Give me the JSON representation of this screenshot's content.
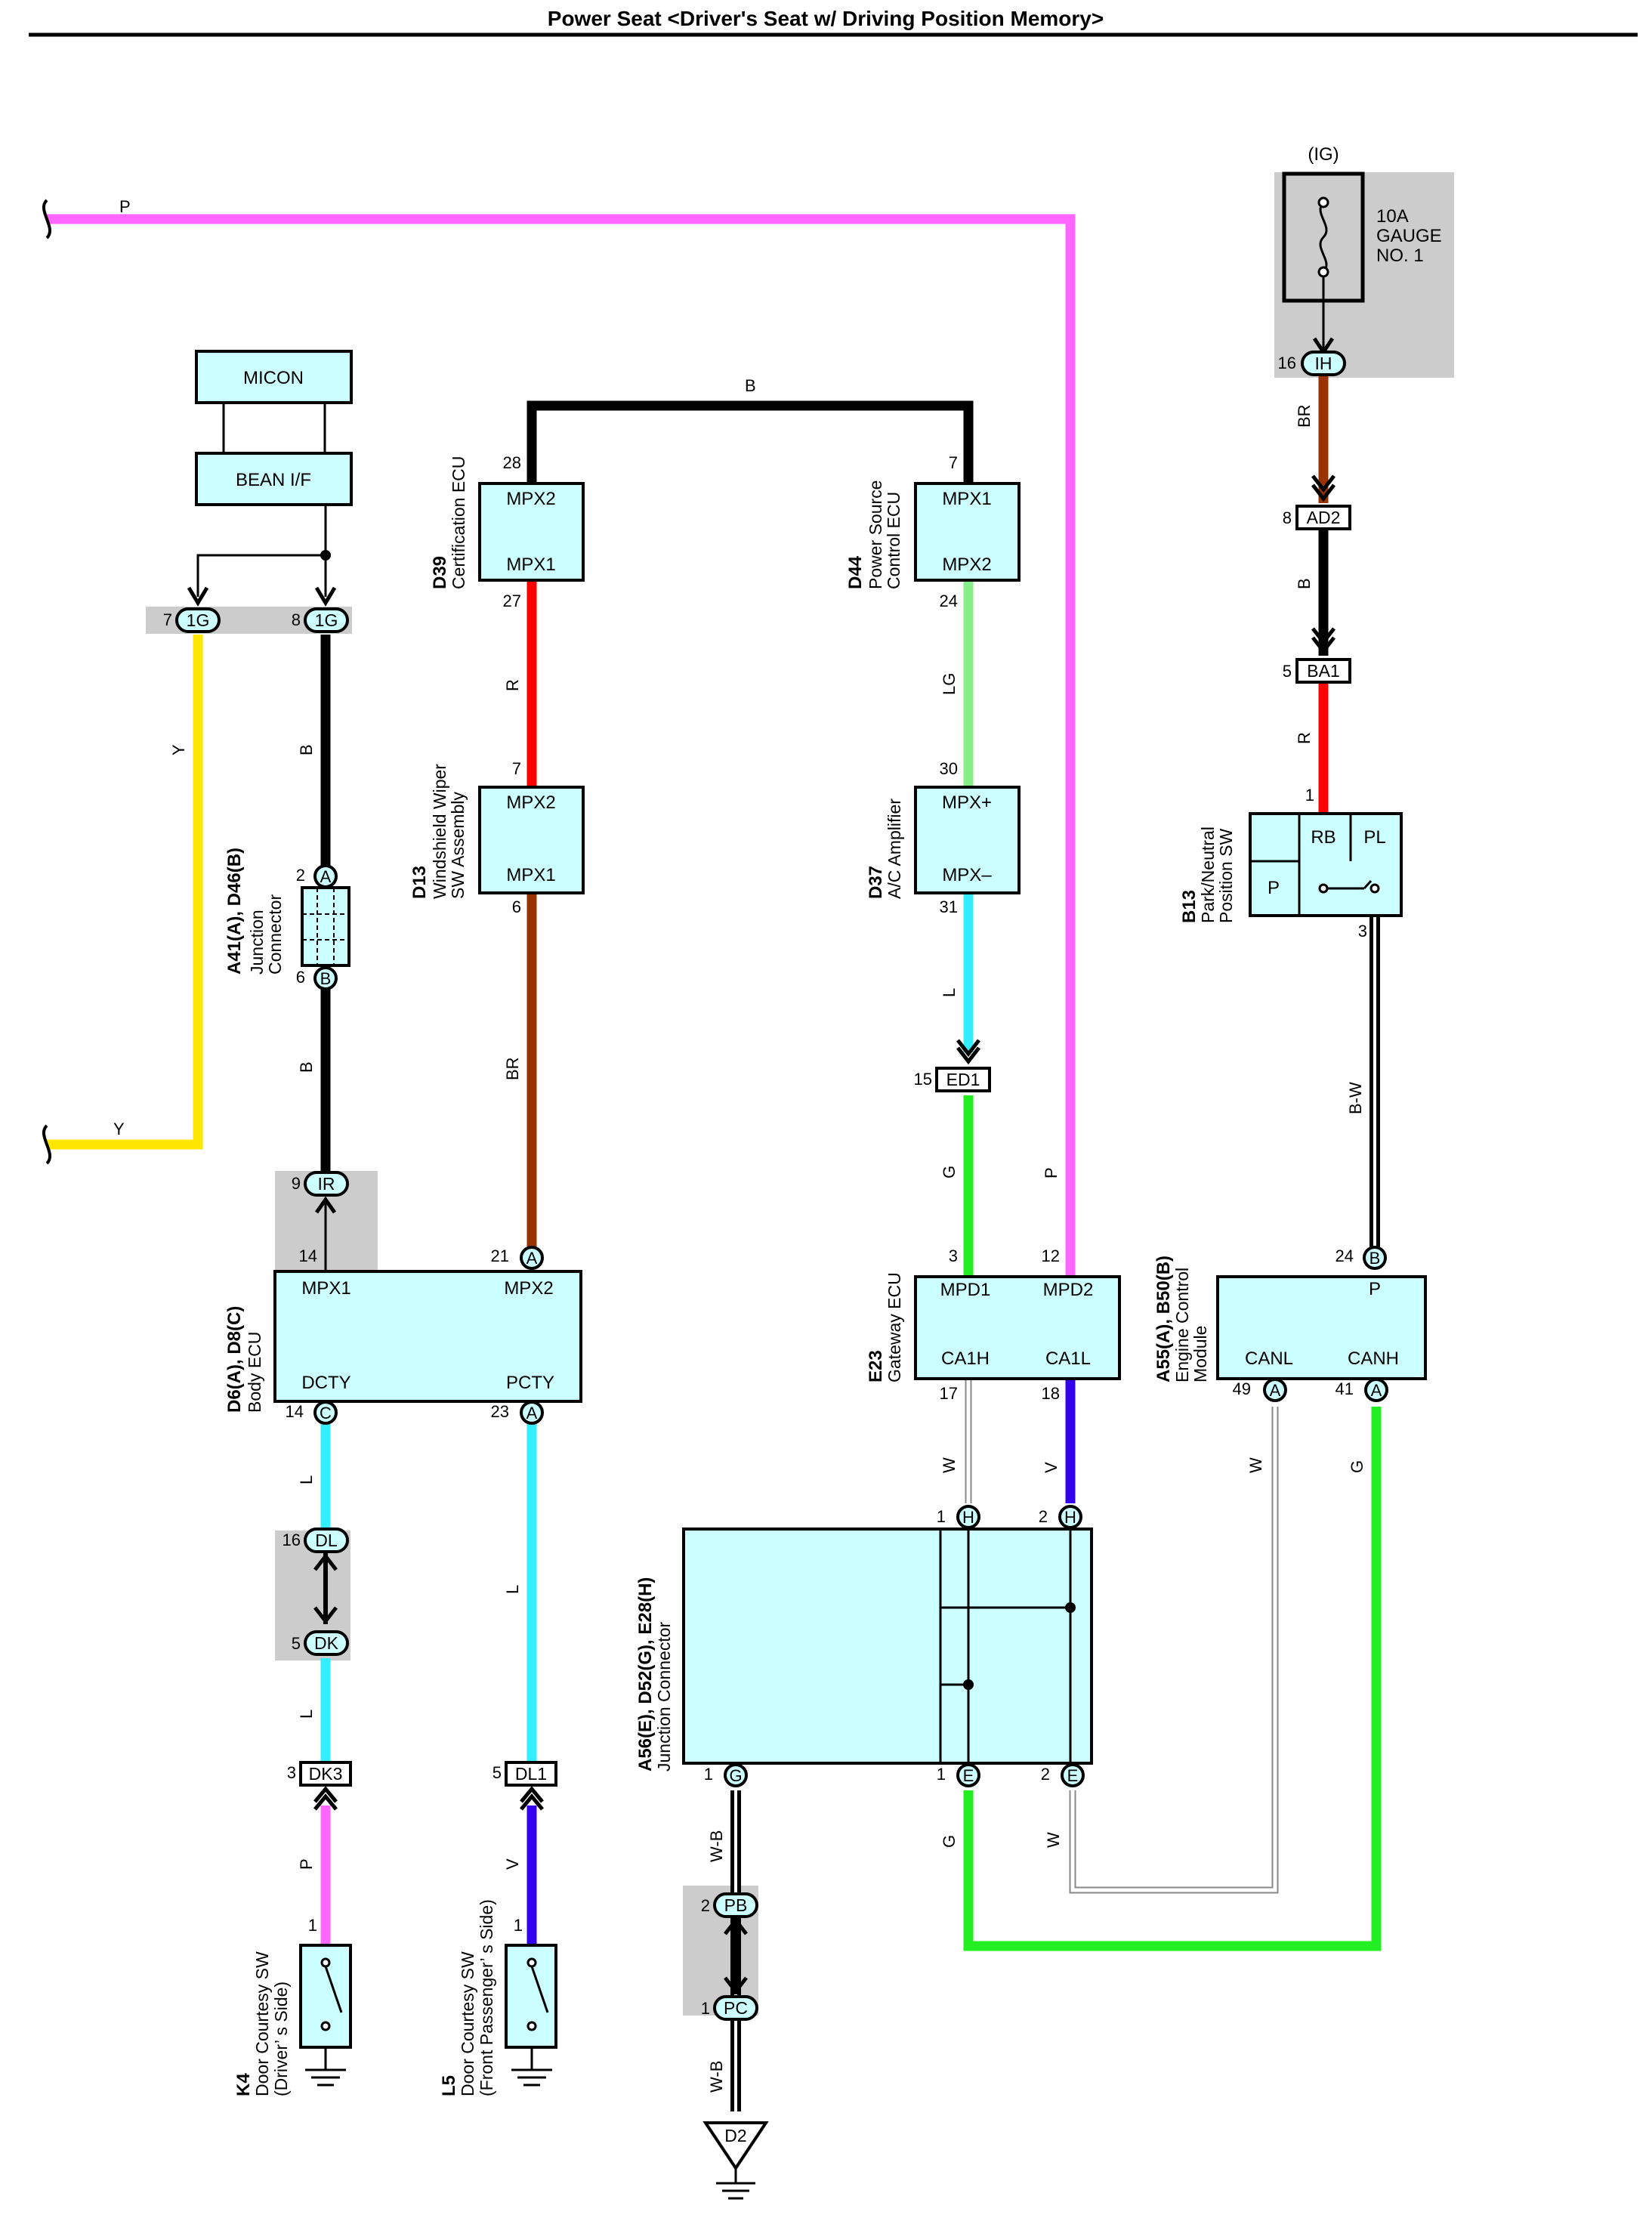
{
  "title": "Power Seat <Driver's Seat w/ Driving Position Memory>",
  "colors": {
    "P": "#ff66ff",
    "Y": "#ffe600",
    "B": "#000000",
    "R": "#ff0000",
    "BR": "#993300",
    "LG": "#88ee88",
    "L": "#33eeff",
    "G": "#22ee22",
    "V": "#3300ee",
    "W": "#ffffff",
    "box_fill": "#ccffff",
    "shade": "#cccccc"
  },
  "wire_labels": {
    "p_top": "P",
    "y_bottom": "Y",
    "y_vert": "Y",
    "b_1g": "B",
    "b_ir": "B",
    "b_top": "B",
    "r_d39": "R",
    "br_d13": "BR",
    "lg_d44": "LG",
    "l_d37": "L",
    "g_ed1": "G",
    "p_gw": "P",
    "br_ig": "BR",
    "b_ad2": "B",
    "r_ba1": "R",
    "bw_b13": "B-W",
    "l_dctyA": "L",
    "l_dctyB": "L",
    "l_pcty": "L",
    "p_k4": "P",
    "v_l5": "V",
    "w_ca1h": "W",
    "v_ca1l": "V",
    "w_canl": "W",
    "g_canh": "G",
    "wb_g1": "W-B",
    "wb_g2": "W-B",
    "g_e1": "G",
    "w_e2": "W"
  },
  "fuse": {
    "source": "(IG)",
    "rating": "10A",
    "name_line1": "GAUGE",
    "name_line2": "NO. 1"
  },
  "micon": "MICON",
  "bean": "BEAN I/F",
  "connectors": {
    "1G_7": {
      "pin": "7",
      "code": "1G"
    },
    "1G_8": {
      "pin": "8",
      "code": "1G"
    },
    "IR": {
      "pin": "9",
      "code": "IR"
    },
    "IH": {
      "pin": "16",
      "code": "IH"
    },
    "AD2": {
      "pin": "8",
      "code": "AD2"
    },
    "BA1": {
      "pin": "5",
      "code": "BA1"
    },
    "ED1": {
      "pin": "15",
      "code": "ED1"
    },
    "DL": {
      "pin": "16",
      "code": "DL"
    },
    "DK": {
      "pin": "5",
      "code": "DK"
    },
    "DK3": {
      "pin": "3",
      "code": "DK3"
    },
    "DL1": {
      "pin": "5",
      "code": "DL1"
    },
    "PB": {
      "pin": "2",
      "code": "PB"
    },
    "PC": {
      "pin": "1",
      "code": "PC"
    },
    "D2": {
      "code": "D2"
    }
  },
  "components": {
    "D39": {
      "code": "D39",
      "name1": "Certification ECU",
      "name2": "",
      "top_pin": "28",
      "bottom_pin": "27",
      "top": "MPX2",
      "bottom": "MPX1"
    },
    "D44": {
      "code": "D44",
      "name1": "Power Source",
      "name2": "Control ECU",
      "top_pin": "7",
      "bottom_pin": "24",
      "top": "MPX1",
      "bottom": "MPX2"
    },
    "D13": {
      "code": "D13",
      "name1": "Windshield Wiper",
      "name2": "SW Assembly",
      "top_pin": "7",
      "bottom_pin": "6",
      "top": "MPX2",
      "bottom": "MPX1"
    },
    "D37": {
      "code": "D37",
      "name1": "A/C Amplifier",
      "name2": "",
      "top_pin": "30",
      "bottom_pin": "31",
      "top": "MPX+",
      "bottom": "MPX–"
    },
    "JC1": {
      "code": "A41(A), D46(B)",
      "name1": "Junction",
      "name2": "Connector",
      "top_pin": "2",
      "top_letter": "A",
      "bottom_pin": "6",
      "bottom_letter": "B"
    },
    "B13": {
      "code": "B13",
      "name1": "Park/Neutral",
      "name2": "Position SW",
      "pin_top": "1",
      "pin_bottom": "3",
      "rb": "RB",
      "pl": "PL",
      "p": "P"
    },
    "BODY": {
      "code": "D6(A), D8(C)",
      "name1": "Body ECU",
      "mpx1": "MPX1",
      "mpx2": "MPX2",
      "dcty": "DCTY",
      "pcty": "PCTY",
      "pin_mpx1": "14",
      "pin_mpx2": "21",
      "letter_mpx2": "A",
      "pin_dcty": "14",
      "letter_dcty": "C",
      "pin_pcty": "23",
      "letter_pcty": "A"
    },
    "E23": {
      "code": "E23",
      "name1": "Gateway ECU",
      "mpd1": "MPD1",
      "mpd2": "MPD2",
      "ca1h": "CA1H",
      "ca1l": "CA1L",
      "pin_mpd1": "3",
      "pin_mpd2": "12",
      "pin_ca1h": "17",
      "pin_ca1l": "18"
    },
    "ECM": {
      "code": "A55(A), B50(B)",
      "name1": "Engine Control",
      "name2": "Module",
      "p": "P",
      "canl": "CANL",
      "canh": "CANH",
      "pin_p": "24",
      "letter_p": "B",
      "pin_canl": "49",
      "letter_canl": "A",
      "pin_canh": "41",
      "letter_canh": "A"
    },
    "JC2": {
      "code": "A56(E), D52(G), E28(H)",
      "name1": "Junction Connector",
      "h1_pin": "1",
      "h1_letter": "H",
      "h2_pin": "2",
      "h2_letter": "H",
      "g_pin": "1",
      "g_letter": "G",
      "e1_pin": "1",
      "e1_letter": "E",
      "e2_pin": "2",
      "e2_letter": "E"
    },
    "K4": {
      "code": "K4",
      "name1": "Door Courtesy SW",
      "name2": "(Driver’ s Side)",
      "pin": "1"
    },
    "L5": {
      "code": "L5",
      "name1": "Door Courtesy SW",
      "name2": "(Front Passenger’ s Side)",
      "pin": "1"
    }
  }
}
